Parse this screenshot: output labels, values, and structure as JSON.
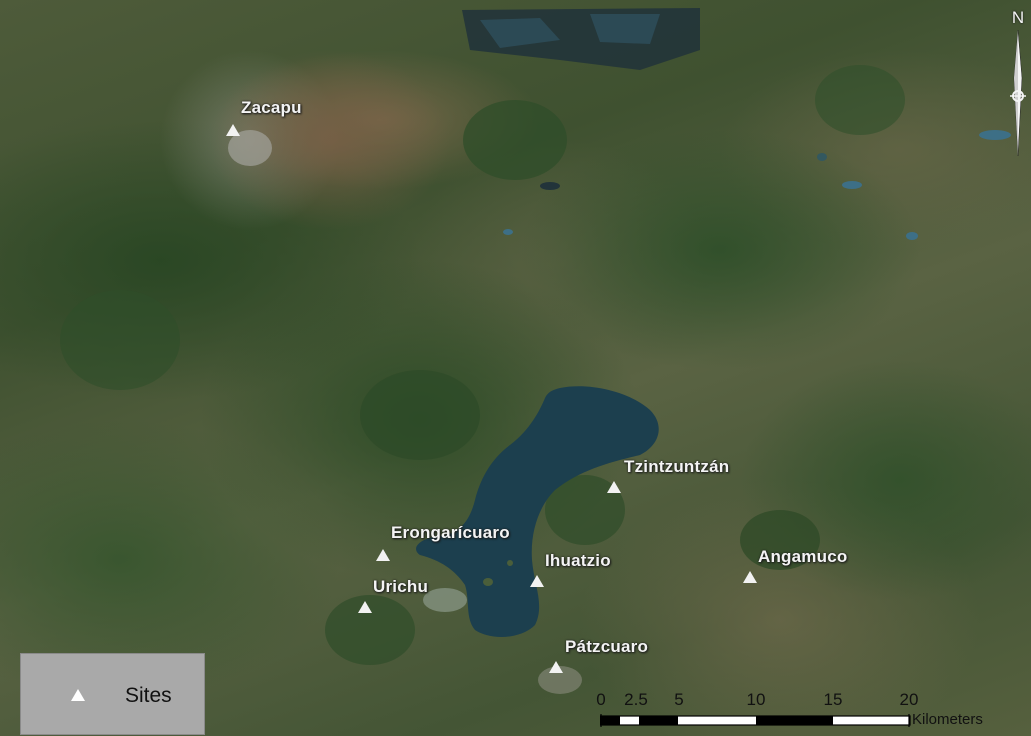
{
  "map": {
    "colors": {
      "lake": "#1c3f4e",
      "vegetation": "#3d5a2e",
      "farmland": "#7a6848",
      "urban": "#9a9a92",
      "label": "#f4f4f4"
    },
    "sites": [
      {
        "name": "Zacapu"
      },
      {
        "name": "Tzintzuntzán"
      },
      {
        "name": "Erongarícuaro"
      },
      {
        "name": "Ihuatzio"
      },
      {
        "name": "Angamuco"
      },
      {
        "name": "Urichu"
      },
      {
        "name": "Pátzcuaro"
      }
    ],
    "legend": {
      "symbol": "white-triangle",
      "label": "Sites"
    },
    "scale_bar": {
      "ticks": [
        "0",
        "2.5",
        "5",
        "10",
        "15",
        "20"
      ],
      "unit": "Kilometers"
    },
    "north_arrow": {
      "label": "N"
    }
  }
}
